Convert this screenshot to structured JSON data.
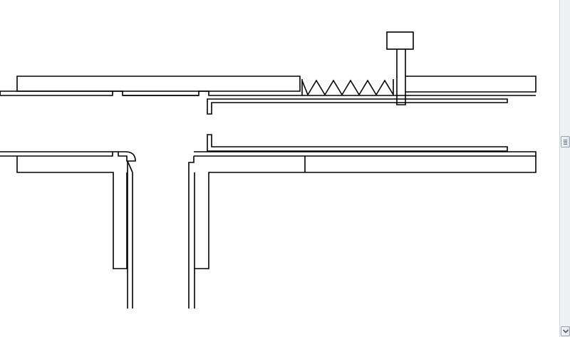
{
  "canvas": {
    "background_color": "#ffffff",
    "stroke_color": "#000000"
  },
  "diagram": {
    "components": [
      "upper-channel",
      "lower-channel",
      "branch-outlet",
      "spring",
      "plunger-rod",
      "plunger-knob",
      "slider-rod",
      "lower-slider-rod"
    ]
  },
  "scrollbar": {
    "thumb_icon": "scroll-thumb-grip-icon",
    "down_icon": "chevron-down-icon",
    "track_color": "#eef0f3"
  }
}
